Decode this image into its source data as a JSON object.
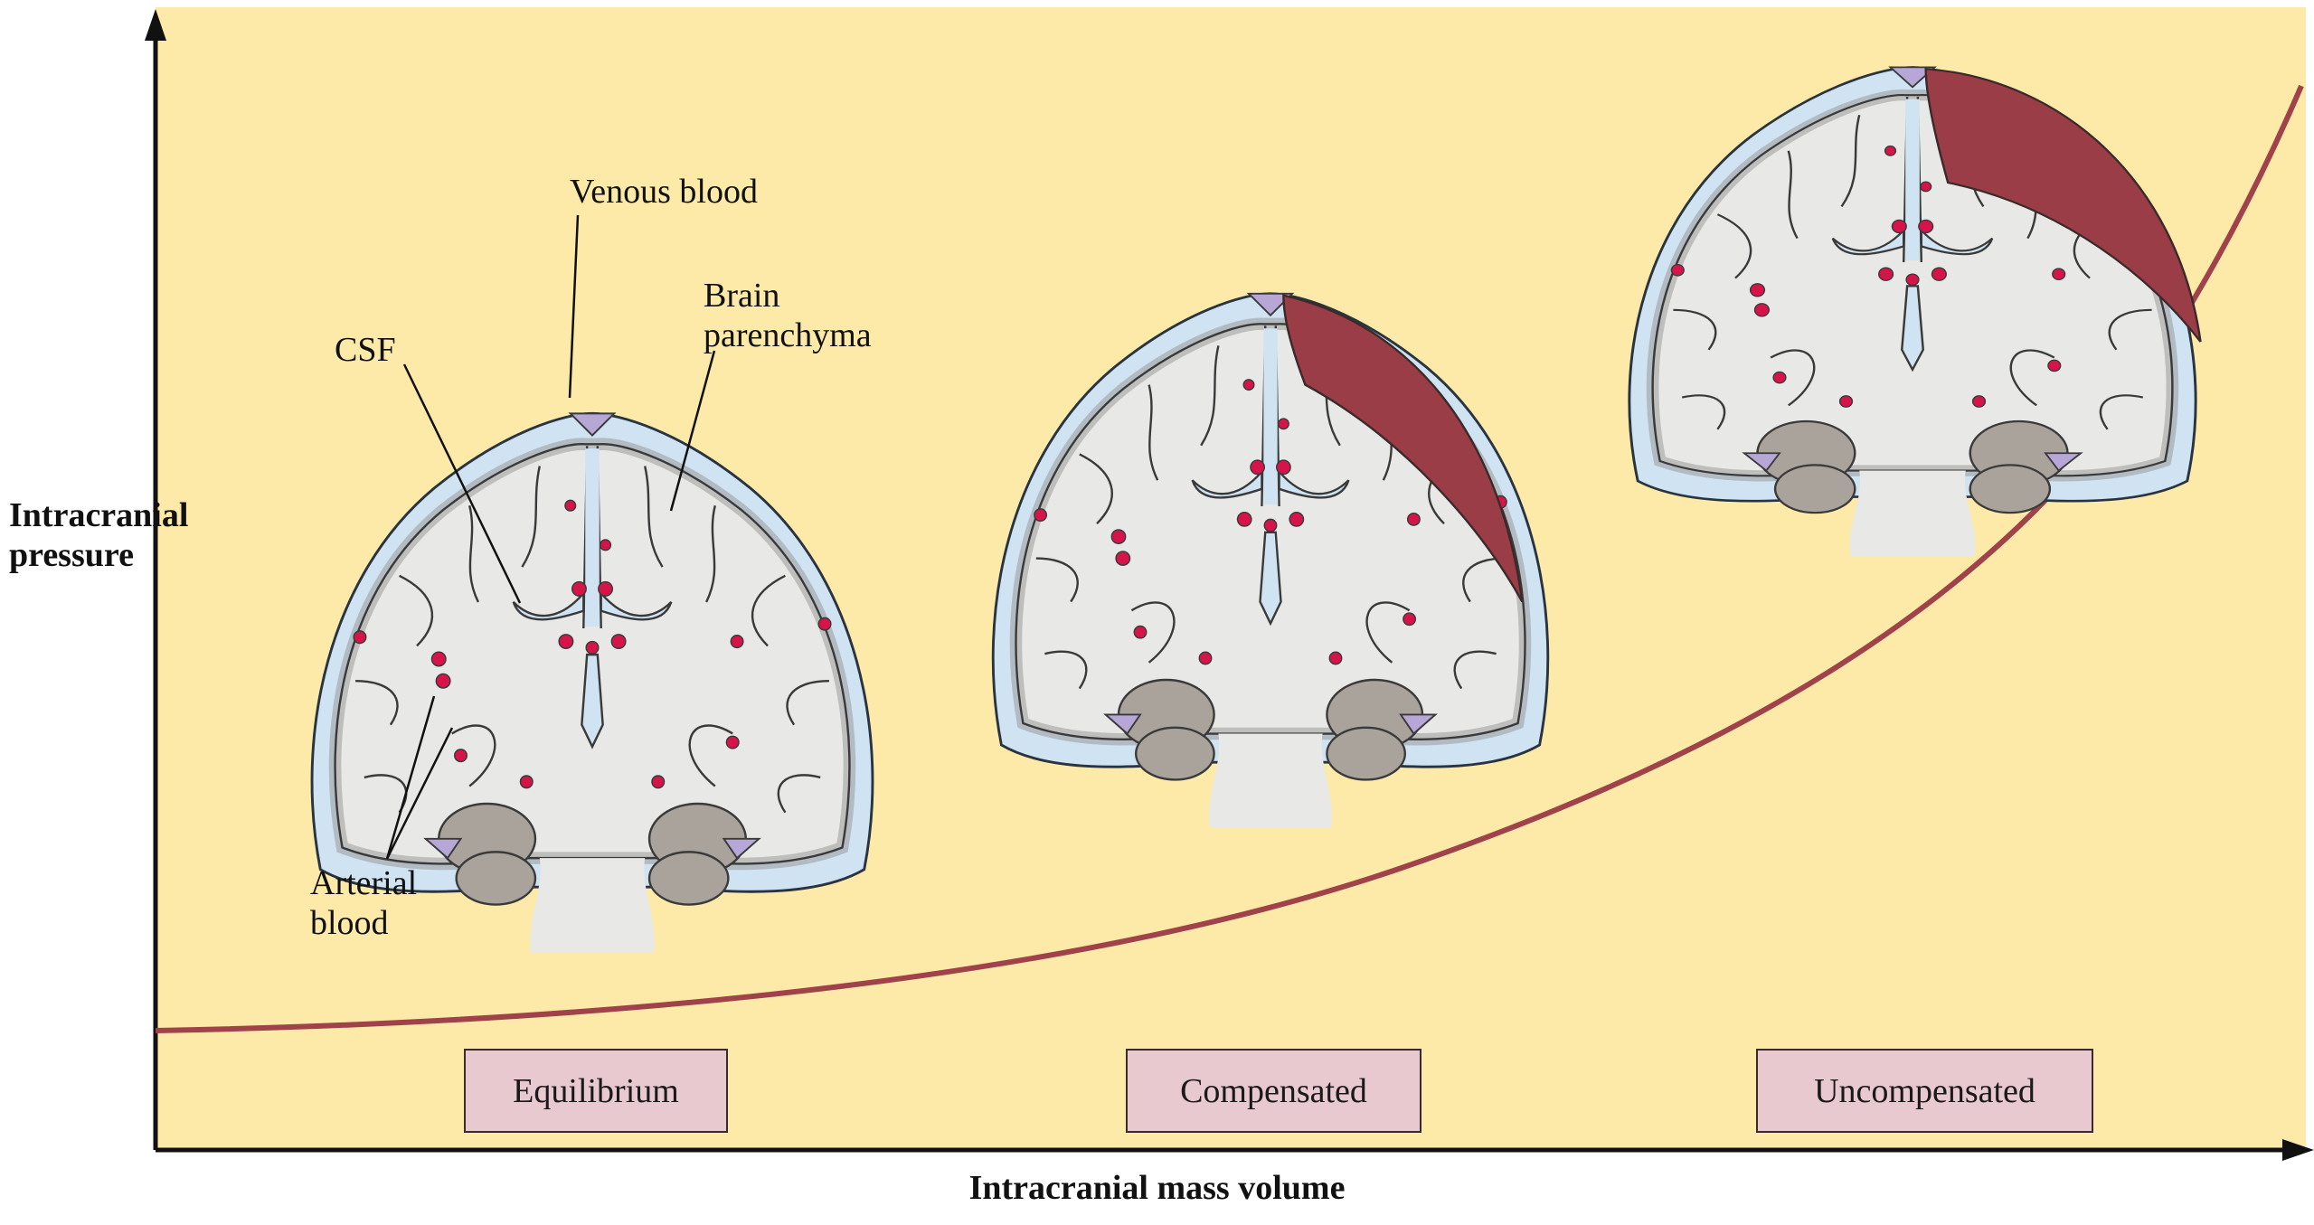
{
  "axes": {
    "y_label_line1": "Intracranial",
    "y_label_line2": "pressure",
    "x_label": "Intracranial mass volume"
  },
  "stages": [
    {
      "label": "Equilibrium"
    },
    {
      "label": "Compensated"
    },
    {
      "label": "Uncompensated"
    }
  ],
  "annotations": {
    "venous": "Venous blood",
    "brain_line1": "Brain",
    "brain_line2": "parenchyma",
    "csf": "CSF",
    "arterial_line1": "Arterial",
    "arterial_line2": "blood"
  },
  "colors": {
    "background": "#fdeaa8",
    "curve": "#a0424a",
    "csf": "#cfe3f2",
    "brain": "#e8e8e6",
    "mass": "#9b3d47",
    "artery": "#d6144a",
    "venous_sinus": "#b7a7d6",
    "stage_box": "#e9c9d0"
  }
}
